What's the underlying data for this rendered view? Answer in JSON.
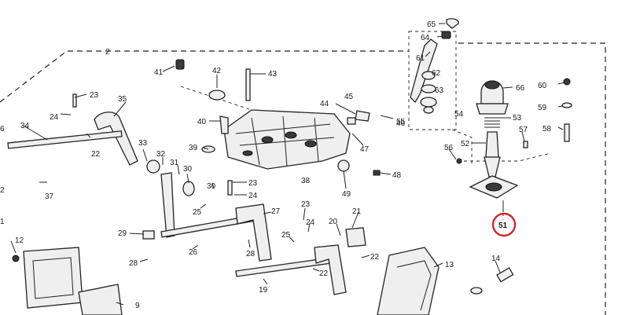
{
  "diagram": {
    "highlight_color": "#d0262d",
    "highlighted_callout": "51",
    "callouts": {
      "c2": "2",
      "c65": "65",
      "c64": "64",
      "c61": "61",
      "c62": "62",
      "c63": "63",
      "c60": "60",
      "c66": "66",
      "c59": "59",
      "c54": "54",
      "c53": "53",
      "c58": "58",
      "c57": "57",
      "c52": "52",
      "c56": "56",
      "c55": "55",
      "c51": "51",
      "c41": "41",
      "c42": "42",
      "c43": "43",
      "c45": "45",
      "c44": "44",
      "c46": "46",
      "c47": "47",
      "c48": "48",
      "c49": "49",
      "c40": "40",
      "c39": "39",
      "c38": "38",
      "c23a": "23",
      "c35": "35",
      "c24a": "24",
      "c34": "34",
      "c22a": "22",
      "c33": "33",
      "c32": "32",
      "c31": "31",
      "c30a": "30",
      "c30b": "30",
      "c23b": "23",
      "c24b": "24",
      "c25a": "25",
      "c27": "27",
      "c23c": "23",
      "c24c": "24",
      "c25b": "25",
      "c28a": "28",
      "c26": "26",
      "c29": "29",
      "c28b": "28",
      "c37": "37",
      "c21": "21",
      "c20": "20",
      "c22b": "22",
      "c22c": "22",
      "c19": "19",
      "c13": "13",
      "c14": "14",
      "c12": "12",
      "c9": "9",
      "c2b": "2",
      "c6": "6",
      "c1": "1",
      "c52b": "52"
    }
  }
}
